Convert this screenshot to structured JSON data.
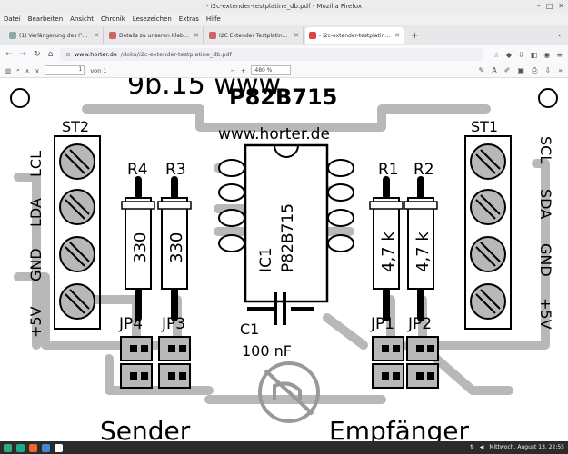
{
  "window": {
    "title": "- i2c-extender-testplatine_db.pdf - Mozilla Firefox"
  },
  "menu": [
    "Datei",
    "Bearbeiten",
    "Ansicht",
    "Chronik",
    "Lesezeichen",
    "Extras",
    "Hilfe"
  ],
  "tabs": [
    {
      "label": "(1) Verlängerung des I²C Le"
    },
    {
      "label": "Details zu unseren Klebesockel"
    },
    {
      "label": "I2C Extender Testplatine mit P8"
    },
    {
      "label": "- i2c-extender-testplatine_d",
      "active": true
    }
  ],
  "address": {
    "domain": "www.horter.de",
    "path": "/doku/i2c-extender-testplatine_db.pdf"
  },
  "pdf_toolbar": {
    "page": "1",
    "of": "von 1",
    "zoom": "480 %"
  },
  "pcb": {
    "chip": "P82B715",
    "website": "www.horter.de",
    "ghost_text": "9b.15 www",
    "st2": "ST2",
    "st1": "ST1",
    "left_labels": [
      "LCL",
      "LDA",
      "GND",
      "+5V"
    ],
    "right_labels": [
      "SCL",
      "SDA",
      "GND",
      "+5V"
    ],
    "r_labels": [
      "R4",
      "R3",
      "R1",
      "R2"
    ],
    "r_values": [
      "330",
      "330",
      "4,7 k",
      "4,7 k"
    ],
    "ic_ref": "IC1",
    "ic_name": "P82B715",
    "cap_ref": "C1",
    "cap_value": "100 nF",
    "jumpers": [
      "JP4",
      "JP3",
      "JP1",
      "JP2"
    ],
    "sender": "Sender",
    "empfaenger": "Empfänger"
  },
  "taskbar": {
    "clock": "Mittwoch, August 13, 22:55"
  }
}
